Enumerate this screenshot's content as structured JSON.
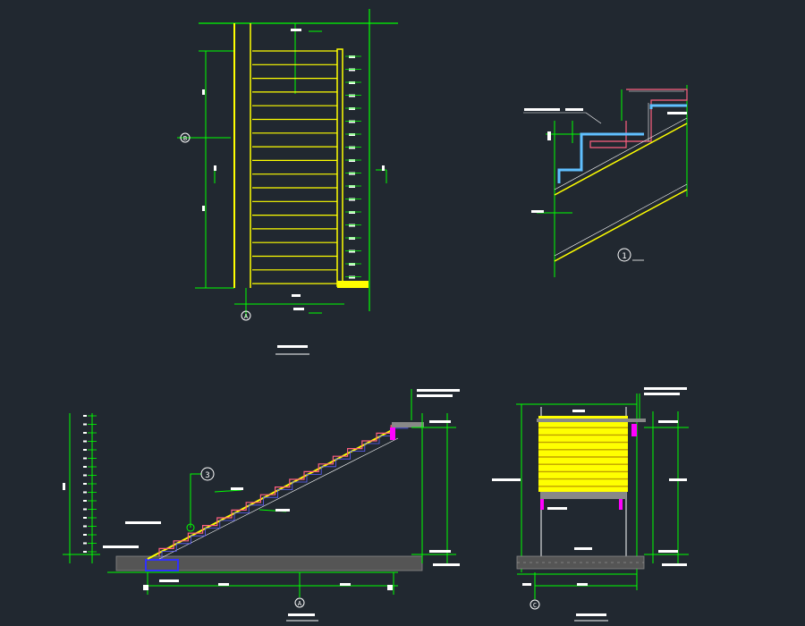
{
  "colors": {
    "background": "#212830",
    "dim_line": "#00ff00",
    "structure": "#ffff00",
    "text": "#ffffff",
    "section_fill": "#555555",
    "blue": "#3030ff",
    "magenta": "#ff00ff",
    "light_blue": "#60c0ff"
  },
  "callouts": {
    "detail_1": "1",
    "detail_3": "3",
    "axis_a_plan": "A",
    "axis_b_plan": "B",
    "axis_a_elev": "A",
    "axis_c_section": "C"
  }
}
